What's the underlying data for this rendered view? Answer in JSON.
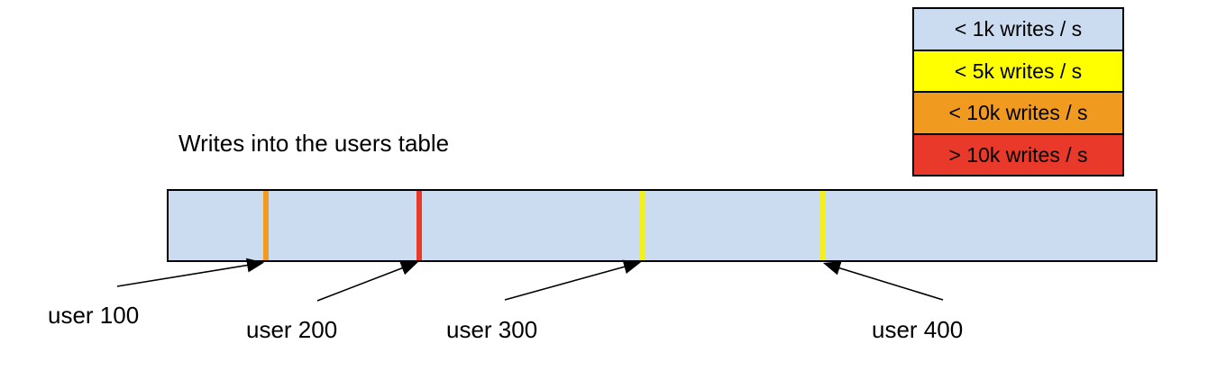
{
  "diagram": {
    "title": "Writes into the users table",
    "legend": {
      "items": [
        {
          "label": "< 1k writes / s",
          "color": "#ccdcf0"
        },
        {
          "label": "< 5k writes / s",
          "color": "#ffff00"
        },
        {
          "label": "< 10k writes / s",
          "color": "#f09a1f"
        },
        {
          "label": "> 10k writes / s",
          "color": "#e8392a"
        }
      ]
    },
    "bar": {
      "fill": "#ccdcf0",
      "border": "#000000"
    },
    "markers": [
      {
        "label": "user 100",
        "rate_band": "< 10k writes / s",
        "color": "#f09a1f"
      },
      {
        "label": "user 200",
        "rate_band": "> 10k writes / s",
        "color": "#e8392a"
      },
      {
        "label": "user 300",
        "rate_band": "< 5k writes / s",
        "color": "#f3f118"
      },
      {
        "label": "user 400",
        "rate_band": "< 5k writes / s",
        "color": "#f3f118"
      }
    ]
  }
}
